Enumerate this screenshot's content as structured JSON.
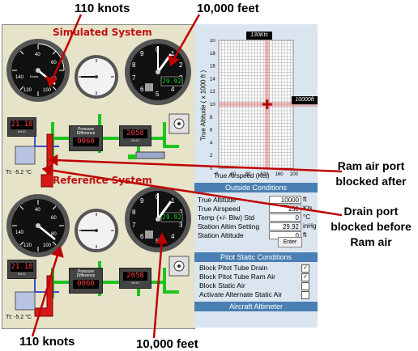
{
  "annotations": {
    "top_left": "110 knots",
    "top_right": "10,000 feet",
    "bottom_left": "110 knots",
    "bottom_right": "10,000 feet",
    "ram_air": "Ram air port blocked after",
    "drain_port": "Drain port blocked before Ram air"
  },
  "simulated": {
    "title": "Simulated System",
    "airspeed_unit": "Knots",
    "kollsman": "29.92",
    "pressure_display": "21.18",
    "pressure_unit": "INHG",
    "pressure_diff_label": "Pressure Difference",
    "pressure_diff_value": "0060",
    "static_display": "2058",
    "static_unit": "INHG",
    "temp": "Tt: -5.2 °C"
  },
  "reference": {
    "title": "Reference System",
    "kollsman": "29.92",
    "pressure_display": "21.18",
    "pressure_unit": "INHG",
    "pressure_diff_label": "Pressure Difference",
    "pressure_diff_value": "0060",
    "static_display": "2058",
    "static_unit": "INHG",
    "temp": "Tt: -5.2 °C"
  },
  "plot": {
    "airspeed_readout": "130Kts",
    "altitude_readout": "10000ft",
    "xlabel": "True Airspeed (Kts)",
    "ylabel": "True Altitude ( x 1000 ft )",
    "x_ticks": [
      "0",
      "40",
      "80",
      "120",
      "160",
      "200"
    ],
    "y_ticks": [
      "0",
      "2",
      "4",
      "6",
      "8",
      "10",
      "12",
      "14",
      "16",
      "18",
      "20"
    ],
    "x_value": 130,
    "y_value": 10
  },
  "outside": {
    "title": "Outside Conditions",
    "rows": [
      {
        "label": "True Altitude",
        "value": "10000",
        "unit": "ft"
      },
      {
        "label": "True Airspeed",
        "value": "130",
        "unit": "Kts"
      },
      {
        "label": "Temp (+/- Blw) Std",
        "value": "0",
        "unit": "°C"
      },
      {
        "label": "Station Altim Setting",
        "value": "29.92",
        "unit": "inHg"
      },
      {
        "label": "Station Altitude",
        "value": "0",
        "unit": "ft"
      }
    ],
    "enter_label": "Enter"
  },
  "pitot": {
    "title": "Pitot Static Conditions",
    "items": [
      {
        "label": "Block Pitot Tube Drain",
        "checked": "✓"
      },
      {
        "label": "Block Pitot Tube Ram Air",
        "checked": "✓"
      },
      {
        "label": "Block Static Air",
        "checked": ""
      },
      {
        "label": "Activate Alternate Static Air",
        "checked": ""
      }
    ]
  },
  "footer_title": "Aircraft Altimeter"
}
